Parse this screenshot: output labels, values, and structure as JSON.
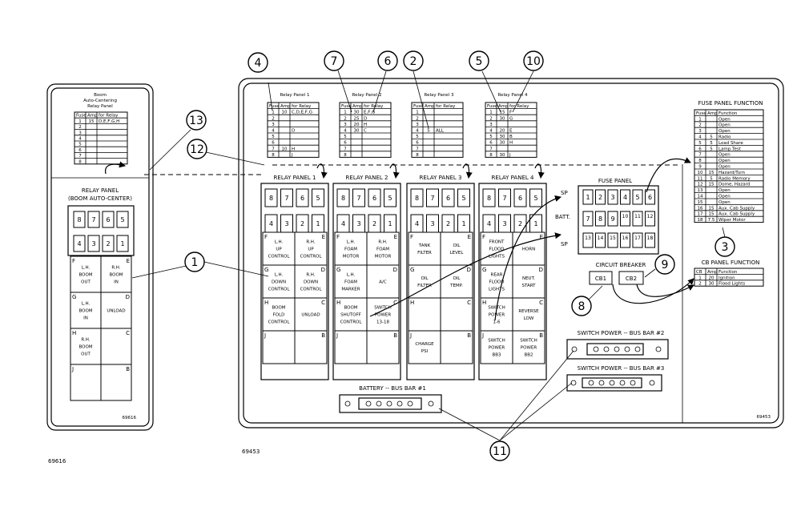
{
  "boom_panel": {
    "header": [
      "Boom",
      "Auto-Centering",
      "Relay Panel"
    ],
    "table_header": [
      "Fuse",
      "Amp",
      "for Relay"
    ],
    "rows": [
      [
        "1",
        "15",
        "D,E,F,G,H"
      ],
      [
        "2",
        "",
        ""
      ],
      [
        "3",
        "",
        ""
      ],
      [
        "4",
        "",
        ""
      ],
      [
        "5",
        "",
        ""
      ],
      [
        "6",
        "",
        ""
      ],
      [
        "7",
        "",
        ""
      ],
      [
        "8",
        "",
        ""
      ]
    ],
    "title": "RELAY PANEL",
    "subtitle": "(BOOM AUTO-CENTER)",
    "fuses_top": [
      "8",
      "7",
      "6",
      "5"
    ],
    "fuses_bottom": [
      "4",
      "3",
      "2",
      "1"
    ],
    "relays": [
      {
        "l": "F",
        "t": [
          "L.H.",
          "BOOM",
          "OUT"
        ],
        "r": "E",
        "rt": [
          "R.H.",
          "BOOM",
          "IN"
        ]
      },
      {
        "l": "G",
        "t": [
          "L.H.",
          "BOOM",
          "IN"
        ],
        "r": "D",
        "rt": [
          "UNLOAD"
        ]
      },
      {
        "l": "H",
        "t": [
          "R.H.",
          "BOOM",
          "OUT"
        ],
        "r": "C",
        "rt": []
      },
      {
        "l": "J",
        "t": [],
        "r": "B",
        "rt": []
      }
    ],
    "part_no": "69616"
  },
  "relay_tables": [
    {
      "title": "Relay Panel 1",
      "header": [
        "Fuse",
        "Amp",
        "for Relay"
      ],
      "rows": [
        [
          "1",
          "10",
          "C,D,E,F,G"
        ],
        [
          "2",
          "",
          ""
        ],
        [
          "3",
          "",
          ""
        ],
        [
          "4",
          "",
          "D"
        ],
        [
          "5",
          "",
          ""
        ],
        [
          "6",
          "",
          ""
        ],
        [
          "7",
          "10",
          "H"
        ],
        [
          "8",
          "",
          "J"
        ]
      ]
    },
    {
      "title": "Relay Panel 2",
      "header": [
        "Fuse",
        "Amp",
        "for Relay"
      ],
      "rows": [
        [
          "1",
          "30",
          "E,F,G"
        ],
        [
          "2",
          "25",
          "D"
        ],
        [
          "3",
          "20",
          "H"
        ],
        [
          "4",
          "30",
          "C"
        ],
        [
          "5",
          "",
          ""
        ],
        [
          "6",
          "",
          ""
        ],
        [
          "7",
          "",
          ""
        ],
        [
          "8",
          "",
          ""
        ]
      ]
    },
    {
      "title": "Relay Panel 3",
      "header": [
        "Fuse",
        "Amp",
        "for Relay"
      ],
      "rows": [
        [
          "1",
          "",
          ""
        ],
        [
          "2",
          "",
          ""
        ],
        [
          "3",
          "",
          ""
        ],
        [
          "4",
          "5",
          "ALL"
        ],
        [
          "5",
          "",
          ""
        ],
        [
          "6",
          "",
          ""
        ],
        [
          "7",
          "",
          ""
        ],
        [
          "8",
          "",
          ""
        ]
      ]
    },
    {
      "title": "Relay Panel 4",
      "header": [
        "Fuse",
        "Amp",
        "for Relay"
      ],
      "rows": [
        [
          "1",
          "15",
          "F"
        ],
        [
          "2",
          "30",
          "G"
        ],
        [
          "3",
          "",
          ""
        ],
        [
          "4",
          "20",
          "E"
        ],
        [
          "5",
          "30",
          "B"
        ],
        [
          "6",
          "30",
          "H"
        ],
        [
          "7",
          "",
          ""
        ],
        [
          "8",
          "30",
          "J"
        ]
      ]
    }
  ],
  "relay_panels": [
    {
      "title": "RELAY PANEL 1",
      "relays": [
        {
          "l": "F",
          "t": [
            "L.H.",
            "UP",
            "CONTROL"
          ],
          "r": "E",
          "rt": [
            "R.H.",
            "UP",
            "CONTROL"
          ]
        },
        {
          "l": "G",
          "t": [
            "L.H.",
            "DOWN",
            "CONTROL"
          ],
          "r": "D",
          "rt": [
            "R.H.",
            "DOWN",
            "CONTROL"
          ]
        },
        {
          "l": "H",
          "t": [
            "BOOM",
            "FOLD",
            "CONTROL"
          ],
          "r": "C",
          "rt": [
            "UNLOAD"
          ]
        },
        {
          "l": "J",
          "t": [],
          "r": "B",
          "rt": []
        }
      ]
    },
    {
      "title": "RELAY PANEL 2",
      "relays": [
        {
          "l": "F",
          "t": [
            "L.H.",
            "FOAM",
            "MOTOR"
          ],
          "r": "E",
          "rt": [
            "R.H.",
            "FOAM",
            "MOTOR"
          ]
        },
        {
          "l": "G",
          "t": [
            "L.H.",
            "FOAM",
            "MARKER"
          ],
          "r": "D",
          "rt": [
            "A/C"
          ]
        },
        {
          "l": "H",
          "t": [
            "BOOM",
            "SHUTOFF",
            "CONTROL"
          ],
          "r": "C",
          "rt": [
            "SWITCH",
            "POWER",
            "13-18"
          ]
        },
        {
          "l": "J",
          "t": [],
          "r": "B",
          "rt": []
        }
      ]
    },
    {
      "title": "RELAY PANEL 3",
      "relays": [
        {
          "l": "F",
          "t": [
            "TANK",
            "FILTER"
          ],
          "r": "E",
          "rt": [
            "OIL",
            "LEVEL"
          ]
        },
        {
          "l": "G",
          "t": [
            "OIL",
            "FILTER"
          ],
          "r": "D",
          "rt": [
            "OIL",
            "TEMP."
          ]
        },
        {
          "l": "H",
          "t": [],
          "r": "C",
          "rt": []
        },
        {
          "l": "J",
          "t": [
            "CHARGE",
            "PSI"
          ],
          "r": "B",
          "rt": []
        }
      ]
    },
    {
      "title": "RELAY PANEL 4",
      "relays": [
        {
          "l": "F",
          "t": [
            "FRONT",
            "FLOOD",
            "LIGHTS"
          ],
          "r": "E",
          "rt": [
            "HORN"
          ]
        },
        {
          "l": "G",
          "t": [
            "REAR",
            "FLOOD",
            "LIGHTS"
          ],
          "r": "D",
          "rt": [
            "NEUT.",
            "START"
          ]
        },
        {
          "l": "H",
          "t": [
            "SWITCH",
            "POWER",
            "1-6"
          ],
          "r": "C",
          "rt": [
            "REVERSE",
            "LOW"
          ]
        },
        {
          "l": "J",
          "t": [
            "SWITCH",
            "POWER",
            "BB3"
          ],
          "r": "B",
          "rt": [
            "SWITCH",
            "POWER",
            "BB2"
          ]
        }
      ]
    }
  ],
  "panel_fuses_top": [
    "8",
    "7",
    "6",
    "5"
  ],
  "panel_fuses_bottom": [
    "4",
    "3",
    "2",
    "1"
  ],
  "fuse_panel": {
    "title": "FUSE PANEL",
    "sp": "SP",
    "batt": "BATT.",
    "top": [
      "1",
      "2",
      "3",
      "4",
      "5",
      "6"
    ],
    "mid": [
      "7",
      "8",
      "9",
      "10",
      "11",
      "12"
    ],
    "bot": [
      "13",
      "14",
      "15",
      "16",
      "17",
      "18"
    ]
  },
  "fuse_function": {
    "title": "FUSE PANEL FUNCTION",
    "header": [
      "Fuse",
      "Amp",
      "Function"
    ],
    "rows": [
      [
        "1",
        "",
        "Open"
      ],
      [
        "2",
        "",
        "Open"
      ],
      [
        "3",
        "",
        "Open"
      ],
      [
        "4",
        "5",
        "Radio"
      ],
      [
        "5",
        "5",
        "Load Share"
      ],
      [
        "6",
        "5",
        "Lamp Test"
      ],
      [
        "7",
        "",
        "Open"
      ],
      [
        "8",
        "",
        "Open"
      ],
      [
        "9",
        "",
        "Open"
      ],
      [
        "10",
        "15",
        "Hazard/Turn"
      ],
      [
        "11",
        "5",
        "Radio Memory"
      ],
      [
        "12",
        "15",
        "Dome, Hazard"
      ],
      [
        "13",
        "",
        "Open"
      ],
      [
        "14",
        "",
        "Open"
      ],
      [
        "15",
        "",
        "Open"
      ],
      [
        "16",
        "15",
        "Aux. Cab Supply"
      ],
      [
        "17",
        "15",
        "Aux. Cab Supply"
      ],
      [
        "18",
        "7.5",
        "Wiper Motor"
      ]
    ]
  },
  "cb_function": {
    "title": "CB PANEL FUNCTION",
    "header": [
      "CB",
      "Amp",
      "Function"
    ],
    "rows": [
      [
        "1",
        "20",
        "Ignition"
      ],
      [
        "2",
        "30",
        "Flood Lights"
      ]
    ]
  },
  "circuit_breaker": {
    "title": "CIRCUIT BREAKER",
    "cb1": "CB1",
    "cb2": "CB2"
  },
  "bus_bar_2": "SWITCH POWER  --  BUS BAR #2",
  "bus_bar_3": "SWITCH POWER  --  BUS BAR #3",
  "battery_bar": "BATTERY  --  BUS BAR #1",
  "main_part_inner": "69453",
  "main_part_label": "69453",
  "boom_part_label": "69616",
  "callouts": {
    "c1": "1",
    "c2": "2",
    "c3": "3",
    "c4": "4",
    "c5": "5",
    "c6": "6",
    "c7": "7",
    "c8": "8",
    "c9": "9",
    "c10": "10",
    "c11": "11",
    "c12": "12",
    "c13": "13"
  }
}
